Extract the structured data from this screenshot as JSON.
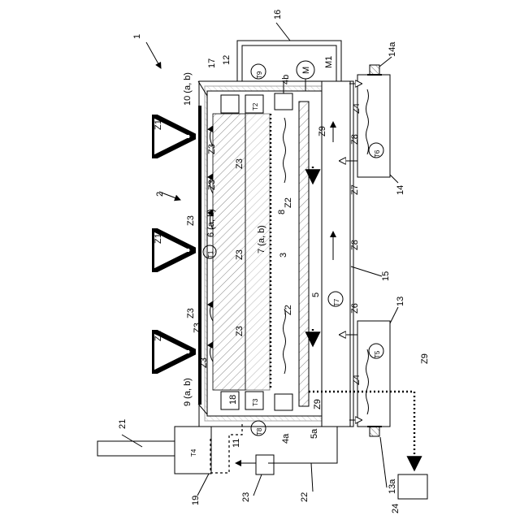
{
  "labels": {
    "l1": "1",
    "l2": "2",
    "l3": "3",
    "l5": "5",
    "l5a": "5a",
    "l4a": "4a",
    "l4b": "4b",
    "l8": "8",
    "l9": "9 (a, b)",
    "l10": "10 (a, b)",
    "l11": "11",
    "l12": "12",
    "l13": "13",
    "l13a": "13a",
    "l14": "14",
    "l14a": "14a",
    "l15": "15",
    "l16": "16",
    "l17": "17",
    "l18": "18",
    "l19": "19",
    "l21": "21",
    "l22": "22",
    "l23": "23",
    "l24": "24",
    "m1": "M1",
    "m": "M",
    "l6": "6 (a, b)",
    "l7": "7 (a, b)",
    "z1a": "Z1",
    "z1b": "Z1",
    "z1c": "Z1",
    "z2a": "Z2",
    "z2b": "Z2",
    "z3a": "Z3",
    "z3b": "Z3",
    "z3c": "Z3",
    "z3d": "Z3",
    "z3e": "Z3",
    "z3f": "Z3",
    "z3g": "Z3",
    "z3h": "Z3",
    "z3i": "Z3",
    "z4a": "Z4",
    "z4b": "Z4",
    "z6": "Z6",
    "z7": "Z7",
    "z8a": "Z8",
    "z8b": "Z8",
    "z9a": "Z9",
    "z9b": "Z9",
    "z9c": "Z9"
  },
  "sensors": {
    "t1": "T1",
    "t2": "T2",
    "t3": "T3",
    "t4": "T4",
    "t5": "T5",
    "t6": "T6",
    "t7": "T7",
    "t8": "T8",
    "t9": "T9"
  }
}
